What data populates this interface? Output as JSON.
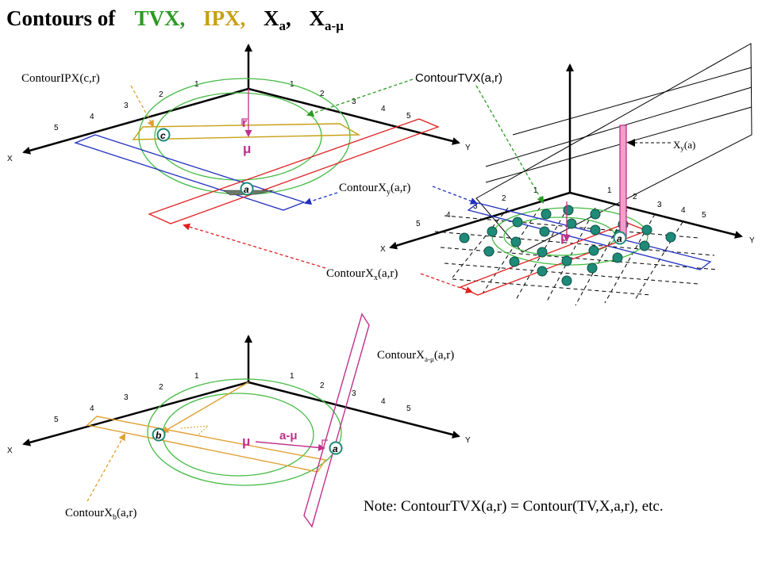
{
  "title": {
    "prefix": "Contours of",
    "tvx": "TVX,",
    "ipx": "IPX,",
    "xa_base": "X",
    "xa_sub": "a",
    "comma": ",",
    "xamu_base": "X",
    "xamu_sub": "a-μ"
  },
  "colors": {
    "tvx": "#2a9a22",
    "ipx": "#c8a014",
    "red": "#e02020",
    "blue": "#2030c0",
    "green": "#44bb44",
    "orange": "#e0a030",
    "magenta": "#c0308a",
    "pink": "#f0a0c8",
    "teal": "#1e8a78"
  },
  "axis_labels": {
    "x": "X",
    "y": "Y"
  },
  "ticks": {
    "left": [
      "5",
      "4",
      "3",
      "2",
      "1"
    ],
    "right": [
      "1",
      "2",
      "3",
      "4",
      "5"
    ]
  },
  "symbols": {
    "r": "r",
    "mu": "μ",
    "a": "a",
    "c": "c",
    "b": "b",
    "a_minus_mu": "a-μ"
  },
  "labels": {
    "contour_ipx": "ContourIPX(c,r)",
    "contour_tvx": "ContourTVX(a,r)",
    "contour_xy_base": "ContourX",
    "contour_xy_sub": "y",
    "contour_xy_args": "(a,r)",
    "contour_xx_base": "ContourX",
    "contour_xx_sub": "x",
    "contour_xx_args": "(a,r)",
    "xy_base": "X",
    "xy_sub": "y",
    "xy_args": "(a)",
    "contour_xamu_base": "ContourX",
    "contour_xamu_sub": "a-μ",
    "contour_xamu_args": "(a,r)",
    "contour_xb_base": "ContourX",
    "contour_xb_sub": "b",
    "contour_xb_args": "(a,r)"
  },
  "note": "Note: ContourTVX(a,r) = Contour(TV,X,a,r), etc."
}
